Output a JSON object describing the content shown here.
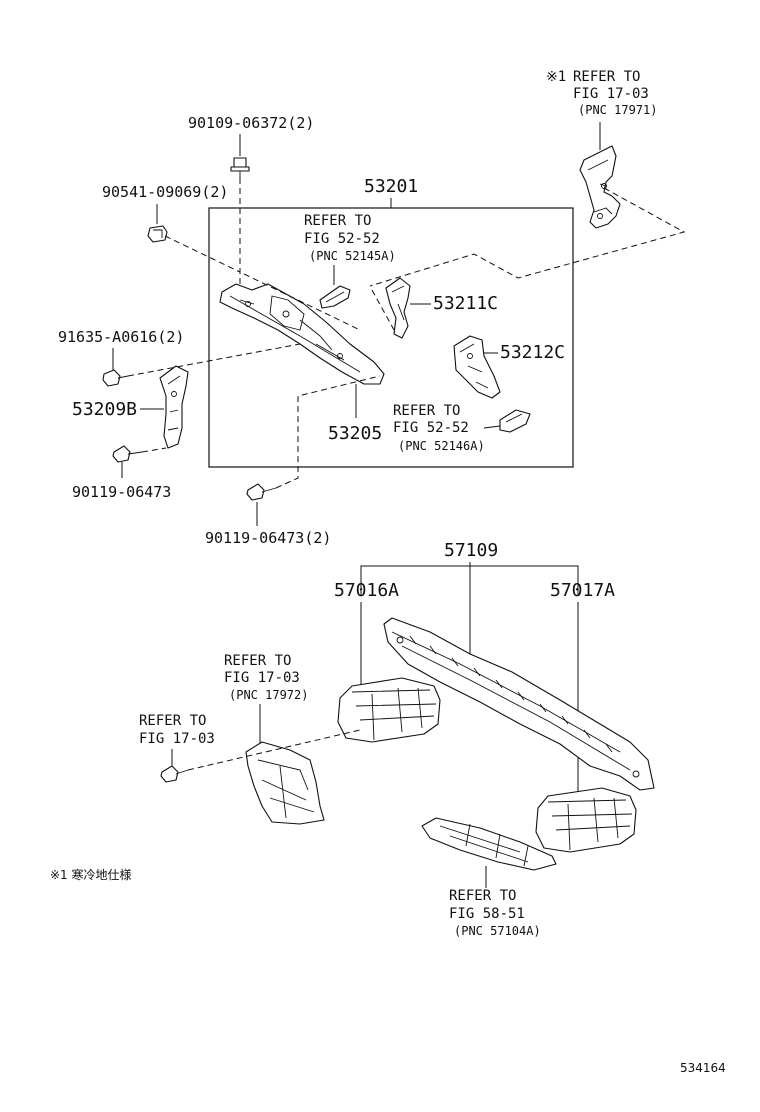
{
  "labels": {
    "cold_spec_mark": "※1",
    "refer_to": "REFER TO",
    "ref_top_right_fig": "FIG 17-03",
    "ref_top_right_pnc": "(PNC 17971)",
    "p_90109": "90109-06372(2)",
    "p_90541": "90541-09069(2)",
    "p_53201": "53201",
    "ref_center_fig": "FIG 52-52",
    "ref_center_pnc": "(PNC 52145A)",
    "p_53211c": "53211C",
    "p_91635": "91635-A0616(2)",
    "p_53212c": "53212C",
    "p_53209b": "53209B",
    "p_53205": "53205",
    "ref_lower_center_fig": "FIG 52-52",
    "ref_lower_center_pnc": "(PNC 52146A)",
    "p_90119_single": "90119-06473",
    "p_90119_double": "90119-06473(2)",
    "p_57109": "57109",
    "p_57016a": "57016A",
    "p_57017a": "57017A",
    "ref_left_fig": "FIG 17-03",
    "ref_left_pnc": "(PNC 17972)",
    "ref_left2_fig": "FIG 17-03",
    "footnote": "※1 寒冷地仕様",
    "ref_bottom_fig": "FIG 58-51",
    "ref_bottom_pnc": "(PNC 57104A)",
    "diagram_id": "534164"
  }
}
